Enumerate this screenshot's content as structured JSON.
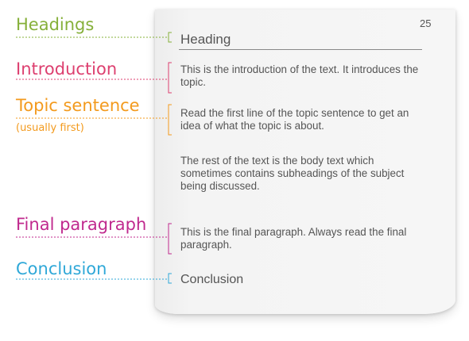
{
  "colors": {
    "headings": "#86b03a",
    "introduction": "#dd3f6f",
    "topic_sentence": "#f39a1d",
    "final_paragraph": "#c02a8e",
    "conclusion": "#2fa8d8",
    "text": "#555555"
  },
  "labels": {
    "headings": "Headings",
    "introduction": "Introduction",
    "topic_sentence": "Topic sentence",
    "topic_sentence_note": "(usually first)",
    "final_paragraph": "Final paragraph",
    "conclusion": "Conclusion"
  },
  "document": {
    "page_number": "25",
    "heading": "Heading",
    "introduction": "This is the introduction of the text. It introduces the topic.",
    "topic_sentence": "Read the first line of the topic sentence to get an idea of what the topic is about.",
    "body": "The rest of the text is the body text which sometimes contains subheadings of the subject being discussed.",
    "final_paragraph": "This is the final paragraph. Always read the final paragraph.",
    "conclusion": "Conclusion"
  }
}
